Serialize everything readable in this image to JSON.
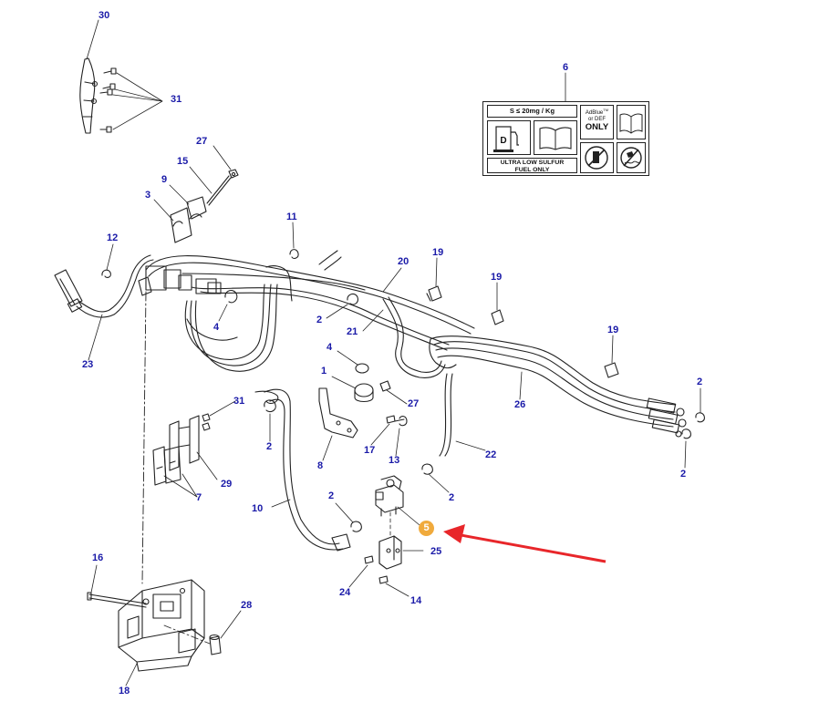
{
  "callouts": [
    {
      "id": "c30",
      "text": "30"
    },
    {
      "id": "c31a",
      "text": "31"
    },
    {
      "id": "c27a",
      "text": "27"
    },
    {
      "id": "c15",
      "text": "15"
    },
    {
      "id": "c9",
      "text": "9"
    },
    {
      "id": "c3",
      "text": "3"
    },
    {
      "id": "c11",
      "text": "11"
    },
    {
      "id": "c12",
      "text": "12"
    },
    {
      "id": "c20",
      "text": "20"
    },
    {
      "id": "c19a",
      "text": "19"
    },
    {
      "id": "c19b",
      "text": "19"
    },
    {
      "id": "c19c",
      "text": "19"
    },
    {
      "id": "c4a",
      "text": "4"
    },
    {
      "id": "c2a",
      "text": "2"
    },
    {
      "id": "c21",
      "text": "21"
    },
    {
      "id": "c23",
      "text": "23"
    },
    {
      "id": "c4b",
      "text": "4"
    },
    {
      "id": "c1",
      "text": "1"
    },
    {
      "id": "c27b",
      "text": "27"
    },
    {
      "id": "c26",
      "text": "26"
    },
    {
      "id": "c2b",
      "text": "2"
    },
    {
      "id": "c31b",
      "text": "31"
    },
    {
      "id": "c2c",
      "text": "2"
    },
    {
      "id": "c17",
      "text": "17"
    },
    {
      "id": "c13",
      "text": "13"
    },
    {
      "id": "c22",
      "text": "22"
    },
    {
      "id": "c8",
      "text": "8"
    },
    {
      "id": "c29",
      "text": "29"
    },
    {
      "id": "c2d",
      "text": "2"
    },
    {
      "id": "c7",
      "text": "7"
    },
    {
      "id": "c2e",
      "text": "2"
    },
    {
      "id": "c2f",
      "text": "2"
    },
    {
      "id": "c10",
      "text": "10"
    },
    {
      "id": "c25",
      "text": "25"
    },
    {
      "id": "c16",
      "text": "16"
    },
    {
      "id": "c24",
      "text": "24"
    },
    {
      "id": "c14",
      "text": "14"
    },
    {
      "id": "c28",
      "text": "28"
    },
    {
      "id": "c18",
      "text": "18"
    },
    {
      "id": "c6",
      "text": "6"
    }
  ],
  "highlight": {
    "text": "5",
    "color": "#f0aa3c"
  },
  "arrow_color": "#e8262a",
  "callout_color": "#1a1aa8",
  "decal": {
    "sulfur_spec": "S ≤ 20mg / Kg",
    "pump_letter": "D",
    "adblue_line1": "AdBlue",
    "adblue_tm": "TM",
    "adblue_line2": "or DEF",
    "adblue_only": "ONLY",
    "fuel_line1": "ULTRA LOW SULFUR",
    "fuel_line2": "FUEL ONLY"
  }
}
